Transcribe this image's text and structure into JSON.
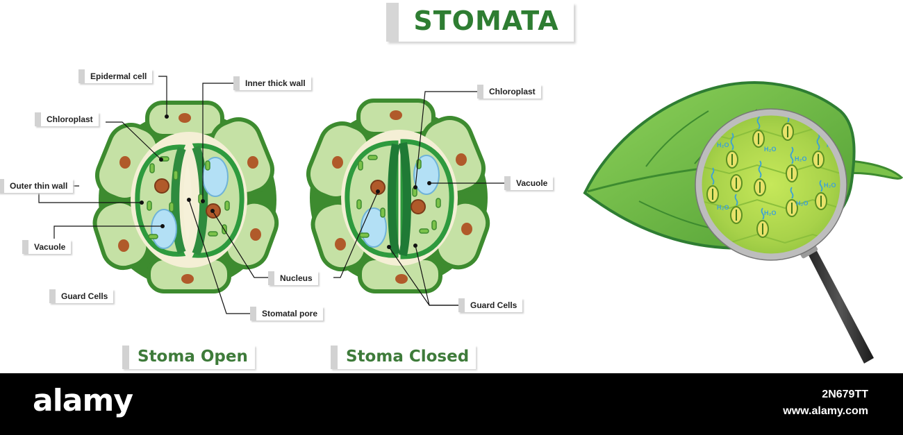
{
  "title": "STOMATA",
  "labels": {
    "epidermal_cell": "Epidermal cell",
    "inner_thick_wall": "Inner thick wall",
    "chloroplast_left": "Chloroplast",
    "outer_thin_wall": "Outer thin wall",
    "vacuole_left": "Vacuole",
    "guard_cells_left": "Guard Cells",
    "nucleus": "Nucleus",
    "stomatal_pore": "Stomatal pore",
    "chloroplast_right": "Chloroplast",
    "vacuole_right": "Vacuole",
    "guard_cells_right": "Guard Cells"
  },
  "captions": {
    "open": "Stoma Open",
    "closed": "Stoma Closed"
  },
  "water_label": "H₂O",
  "footer": {
    "brand": "alamy",
    "image_code": "2N679TT",
    "url": "www.alamy.com"
  },
  "colors": {
    "title_green": "#2e7d32",
    "cell_fill": "#c5e1a5",
    "cell_outline": "#3d8b2f",
    "guard_green": "#2e9a3e",
    "vacuole": "#b3e0f5",
    "nucleus": "#b05a2a",
    "footer_bg": "#000000"
  }
}
